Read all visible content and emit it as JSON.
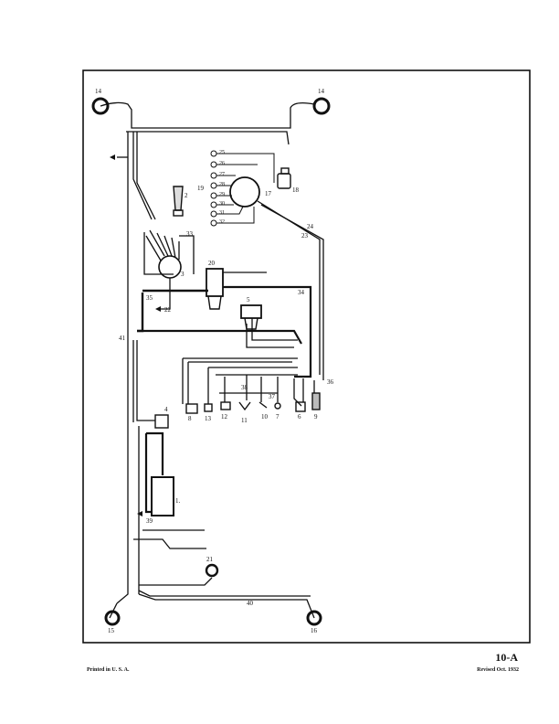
{
  "page_number": "10-A",
  "footer": {
    "left": "Printed in U. S. A.",
    "right": "Revised Oct. 1932"
  },
  "labels": {
    "l1": "1.",
    "l2": "2",
    "l3": "3",
    "l4": "4",
    "l5": "5",
    "l6": "6",
    "l7": "7",
    "l8": "8",
    "l9": "9",
    "l10": "10",
    "l11": "11",
    "l12": "12",
    "l13": "13",
    "l14a": "14",
    "l14b": "14",
    "l15": "15",
    "l16": "16",
    "l17": "17",
    "l18": "18",
    "l19": "19",
    "l20": "20",
    "l21": "21",
    "l22": "22",
    "l23": "23",
    "l24": "24",
    "l25": "25",
    "l26": "26",
    "l27": "27",
    "l28": "28",
    "l29": "29",
    "l30": "30",
    "l31": "31",
    "l32": "32",
    "l33": "33",
    "l34": "34",
    "l35": "35",
    "l36": "36",
    "l37": "37",
    "l38": "38",
    "l39": "39",
    "l40": "40",
    "l41": "41"
  }
}
